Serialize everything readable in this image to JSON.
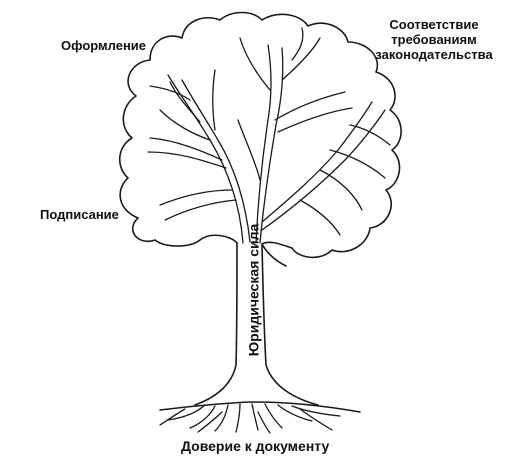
{
  "labels": {
    "design": "Оформление",
    "compliance_line1": "Соответствие",
    "compliance_line2": "требованиям",
    "compliance_line3": "законодательства",
    "signing": "Подписание",
    "legal_force": "Юридическая сила",
    "trust": "Доверие к документу"
  },
  "colors": {
    "outline": "#1a1a1a",
    "background": "#ffffff"
  }
}
